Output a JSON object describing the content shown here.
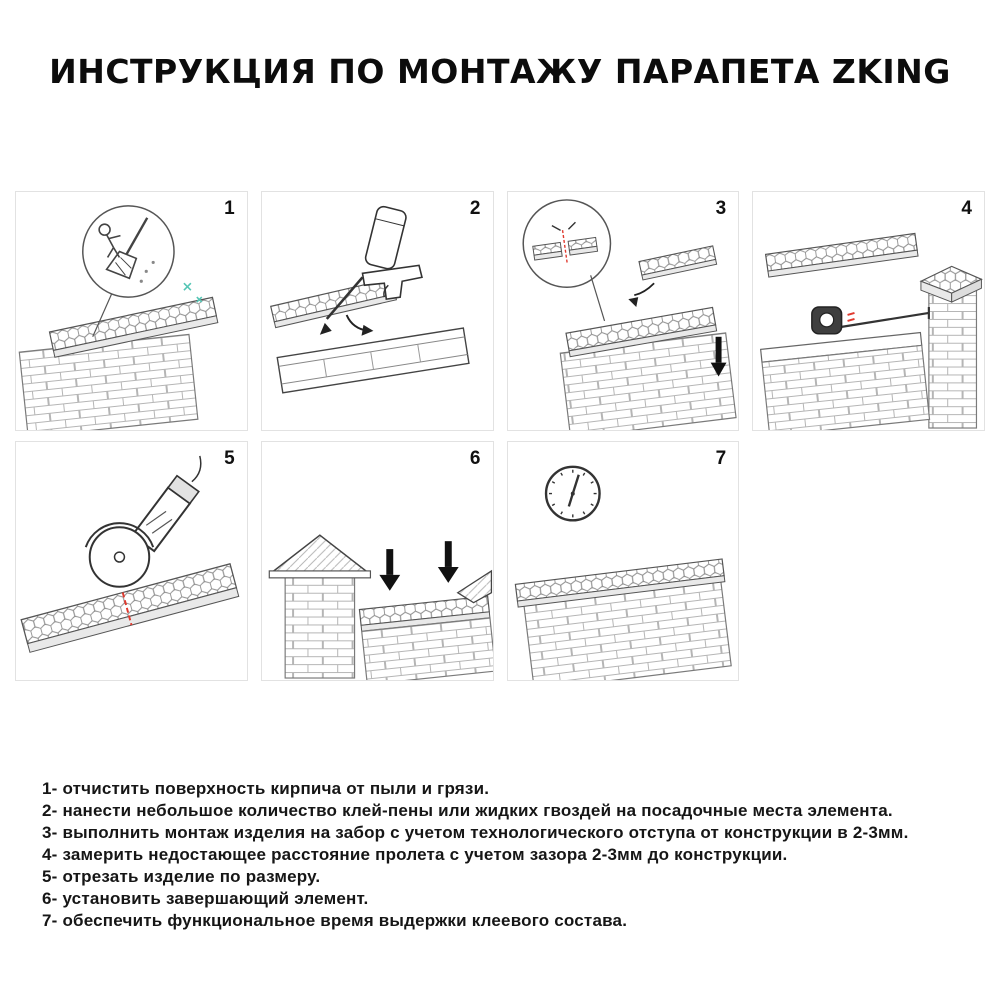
{
  "title": "ИНСТРУКЦИЯ ПО МОНТАЖУ ПАРАПЕТА ZKING",
  "panels": [
    {
      "number": "1",
      "name": "clean-brick-surface-illustration"
    },
    {
      "number": "2",
      "name": "apply-foam-glue-illustration"
    },
    {
      "number": "3",
      "name": "mount-element-offset-illustration"
    },
    {
      "number": "4",
      "name": "measure-remaining-span-illustration"
    },
    {
      "number": "5",
      "name": "cut-element-to-size-illustration"
    },
    {
      "number": "6",
      "name": "install-final-element-illustration"
    },
    {
      "number": "7",
      "name": "glue-curing-time-illustration"
    }
  ],
  "steps": [
    "1- отчистить поверхность кирпича от пыли и грязи.",
    "2- нанести небольшое количество клей-пены или жидких гвоздей на посадочные места элемента.",
    "3- выполнить монтаж изделия на забор с учетом технологического отступа от конструкции в 2-3мм.",
    "4- замерить недостающее расстояние пролета с учетом зазора 2-3мм до конструкции.",
    "5- отрезать изделие по размеру.",
    "6- установить завершающий элемент.",
    "7- обеспечить функциональное время выдержки клеевого состава."
  ],
  "colors": {
    "cut_mark_red": "#e03a2f",
    "sparkle_teal": "#55c6b5",
    "line_dark": "#333333",
    "brick_gray": "#b5b5b5"
  }
}
